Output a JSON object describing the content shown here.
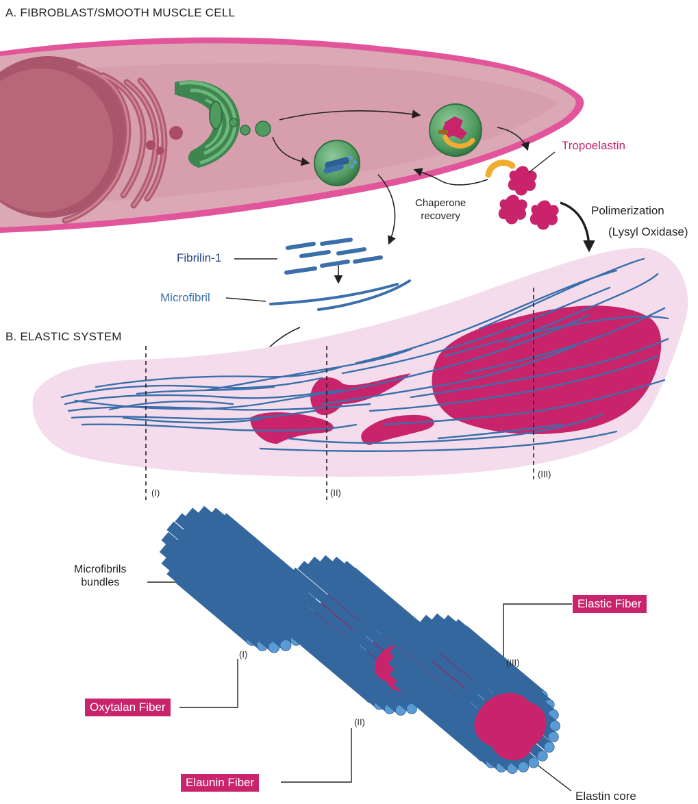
{
  "section_a": {
    "title": "A. FIBROBLAST/SMOOTH MUSCLE CELL"
  },
  "section_b": {
    "title": "B. ELASTIC SYSTEM"
  },
  "labels": {
    "tropoelastin": "Tropoelastin",
    "chaperone_recovery": "Chaperone\nrecovery",
    "polimerization": "Polimerization",
    "lysyl_oxidase": "(Lysyl Oxidase)",
    "fibrilin": "Fibrilin-1",
    "microfibril": "Microfibril",
    "microfibrils_bundles": "Microfibrils\nbundles",
    "elastin_core": "Elastin core"
  },
  "markers": {
    "i": "(I)",
    "ii": "(II)",
    "iii": "(III)"
  },
  "fiber_tags": {
    "oxytalan": "Oxytalan Fiber",
    "elaunin": "Elaunin Fiber",
    "elastic": "Elastic Fiber"
  },
  "colors": {
    "cell_membrane": "#e2559a",
    "cytoplasm": "#dba8b5",
    "nucleus": "#b86779",
    "golgi": "#4e9a5f",
    "vesicle": "#5fa56a",
    "tropoelastin": "#c9246b",
    "chaperone": "#f2ac30",
    "microfibril": "#3a6faa",
    "tube_blue": "#5b9bd5",
    "matrix_pink": "#f4dcec",
    "tag_bg": "#c9246b"
  }
}
